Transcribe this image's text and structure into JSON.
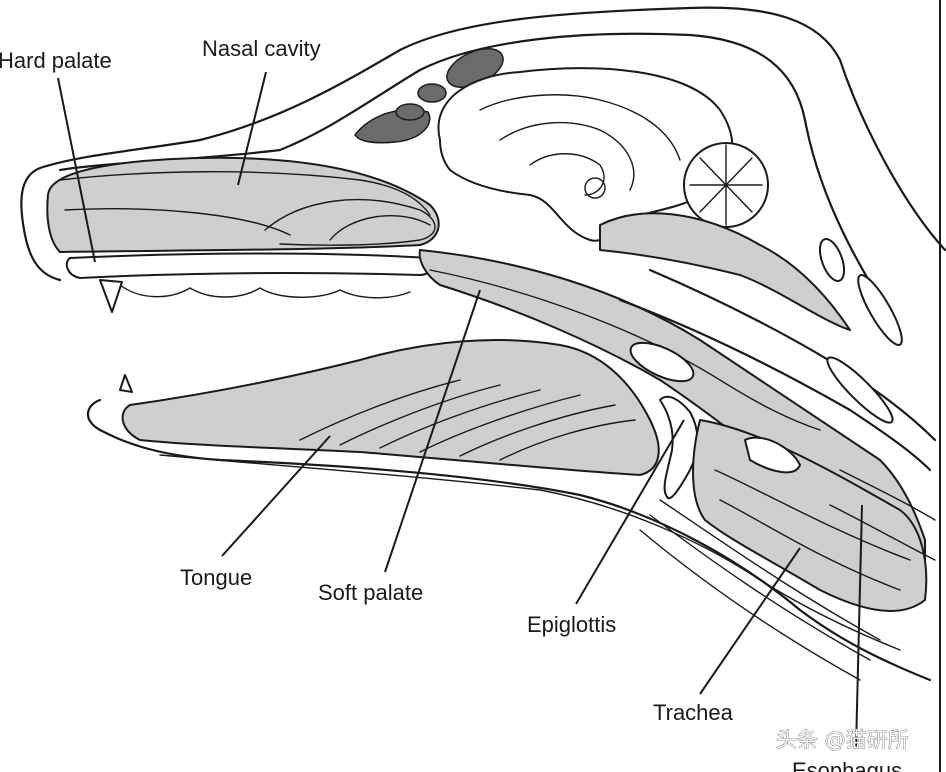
{
  "labels": {
    "hard_palate": "Hard palate",
    "nasal_cavity": "Nasal cavity",
    "tongue": "Tongue",
    "soft_palate": "Soft palate",
    "epiglottis": "Epiglottis",
    "trachea": "Trachea",
    "esophagus": "Esophagus"
  },
  "watermark": "头条 @猫研所",
  "colors": {
    "ink": "#1a1a1a",
    "tissue_grey": "#cfcfcf",
    "dark_fill": "#6b6b6b",
    "background": "#ffffff"
  }
}
